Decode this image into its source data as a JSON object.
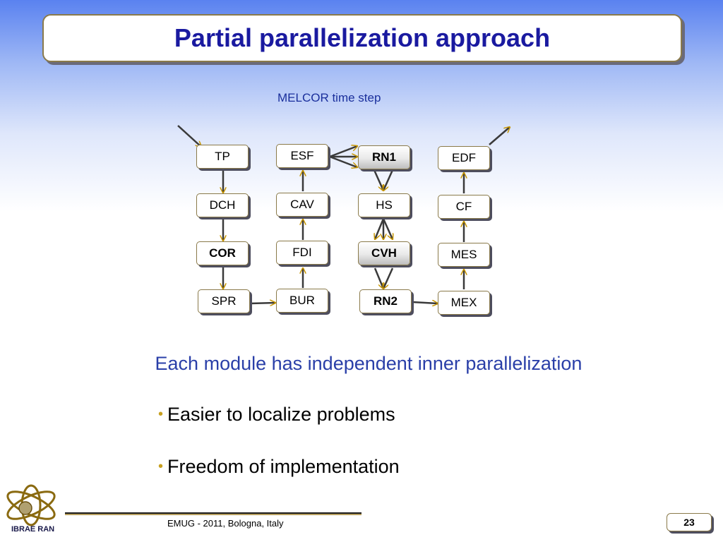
{
  "title": "Partial parallelization approach",
  "diagram": {
    "caption": "MELCOR time step",
    "modules": {
      "tp": "TP",
      "dch": "DCH",
      "cor": "COR",
      "spr": "SPR",
      "esf": "ESF",
      "cav": "CAV",
      "fdi": "FDI",
      "bur": "BUR",
      "rn1": "RN1",
      "hs": "HS",
      "cvh": "CVH",
      "rn2": "RN2",
      "edf": "EDF",
      "cf": "CF",
      "mes": "MES",
      "mex": "MEX"
    }
  },
  "subtitle": "Each module has independent inner parallelization",
  "bullets": [
    "Easier to localize problems",
    "Freedom of implementation"
  ],
  "footer": {
    "logo_text": "IBRAE RAN",
    "conference": "EMUG - 2011, Bologna, Italy",
    "page_number": "23"
  },
  "colors": {
    "title": "#1a1aa0",
    "subtitle": "#2a3fa8",
    "arrow": "#c89600",
    "bullet": "#c8a020"
  }
}
